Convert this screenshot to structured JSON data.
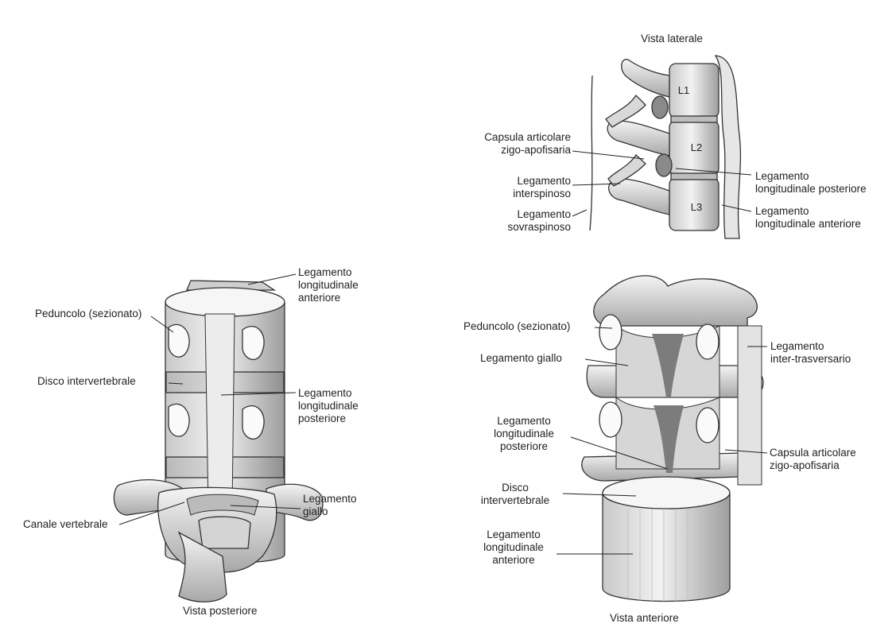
{
  "lateral": {
    "title": "Vista laterale",
    "vertebrae": [
      "L1",
      "L2",
      "L3"
    ],
    "capsula": [
      "Capsula articolare",
      "zigo-apofisaria"
    ],
    "interspinoso": [
      "Legamento",
      "interspinoso"
    ],
    "sovraspinoso": [
      "Legamento",
      "sovraspinoso"
    ],
    "long_post": [
      "Legamento",
      "longitudinale posteriore"
    ],
    "long_ant": [
      "Legamento",
      "longitudinale anteriore"
    ]
  },
  "posterior": {
    "caption": "Vista posteriore",
    "long_ant": [
      "Legamento",
      "longitudinale",
      "anteriore"
    ],
    "peduncolo": "Peduncolo (sezionato)",
    "disco": "Disco intervertebrale",
    "long_post": [
      "Legamento",
      "longitudinale",
      "posteriore"
    ],
    "canale": "Canale vertebrale",
    "giallo": [
      "Legamento",
      "giallo"
    ]
  },
  "anterior": {
    "caption": "Vista anteriore",
    "peduncolo": "Peduncolo (sezionato)",
    "giallo": "Legamento giallo",
    "intertrasv": [
      "Legamento",
      "inter-trasversario"
    ],
    "long_post": [
      "Legamento",
      "longitudinale",
      "posteriore"
    ],
    "capsula": [
      "Capsula articolare",
      "zigo-apofisaria"
    ],
    "disco": [
      "Disco",
      "intervertebrale"
    ],
    "long_ant": [
      "Legamento",
      "longitudinale",
      "anteriore"
    ]
  }
}
